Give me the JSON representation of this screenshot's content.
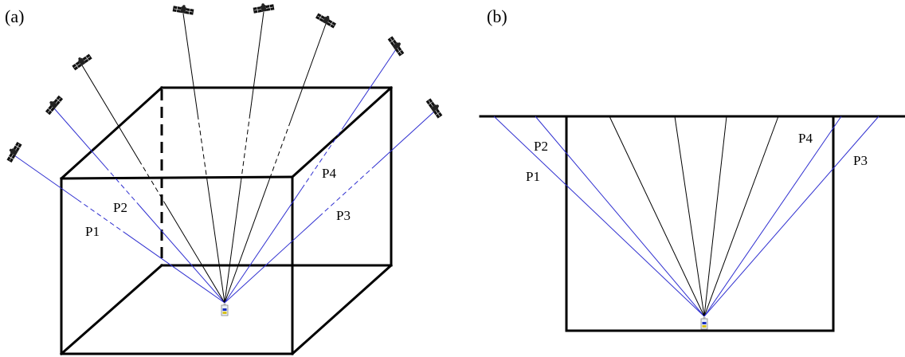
{
  "panels": [
    {
      "id": "a",
      "label": "(a)"
    },
    {
      "id": "b",
      "label": "(b)"
    }
  ],
  "colors": {
    "edge": "#000000",
    "ray_black": "#000000",
    "ray_blue": "#2f2fd0",
    "receiver_blue": "#1a2fbf",
    "receiver_yellow": "#d8c21a"
  },
  "panel_a": {
    "rays": [
      {
        "name": "P1",
        "color": "blue",
        "label": "P1"
      },
      {
        "name": "P2",
        "color": "blue",
        "label": "P2"
      },
      {
        "name": "R3",
        "color": "black",
        "label": ""
      },
      {
        "name": "R4",
        "color": "black",
        "label": ""
      },
      {
        "name": "R5",
        "color": "black",
        "label": ""
      },
      {
        "name": "R6",
        "color": "black",
        "label": ""
      },
      {
        "name": "P4",
        "color": "blue",
        "label": "P4"
      },
      {
        "name": "P3",
        "color": "blue",
        "label": "P3"
      }
    ]
  },
  "panel_b": {
    "rays": [
      {
        "name": "P1",
        "color": "blue",
        "label": "P1"
      },
      {
        "name": "P2",
        "color": "blue",
        "label": "P2"
      },
      {
        "name": "R3",
        "color": "black",
        "label": ""
      },
      {
        "name": "R4",
        "color": "black",
        "label": ""
      },
      {
        "name": "R5",
        "color": "black",
        "label": ""
      },
      {
        "name": "R6",
        "color": "black",
        "label": ""
      },
      {
        "name": "P4",
        "color": "blue",
        "label": "P4"
      },
      {
        "name": "P3",
        "color": "blue",
        "label": "P3"
      }
    ]
  },
  "icons": {
    "satellite": "satellite-icon",
    "receiver": "gnss-receiver-icon"
  }
}
